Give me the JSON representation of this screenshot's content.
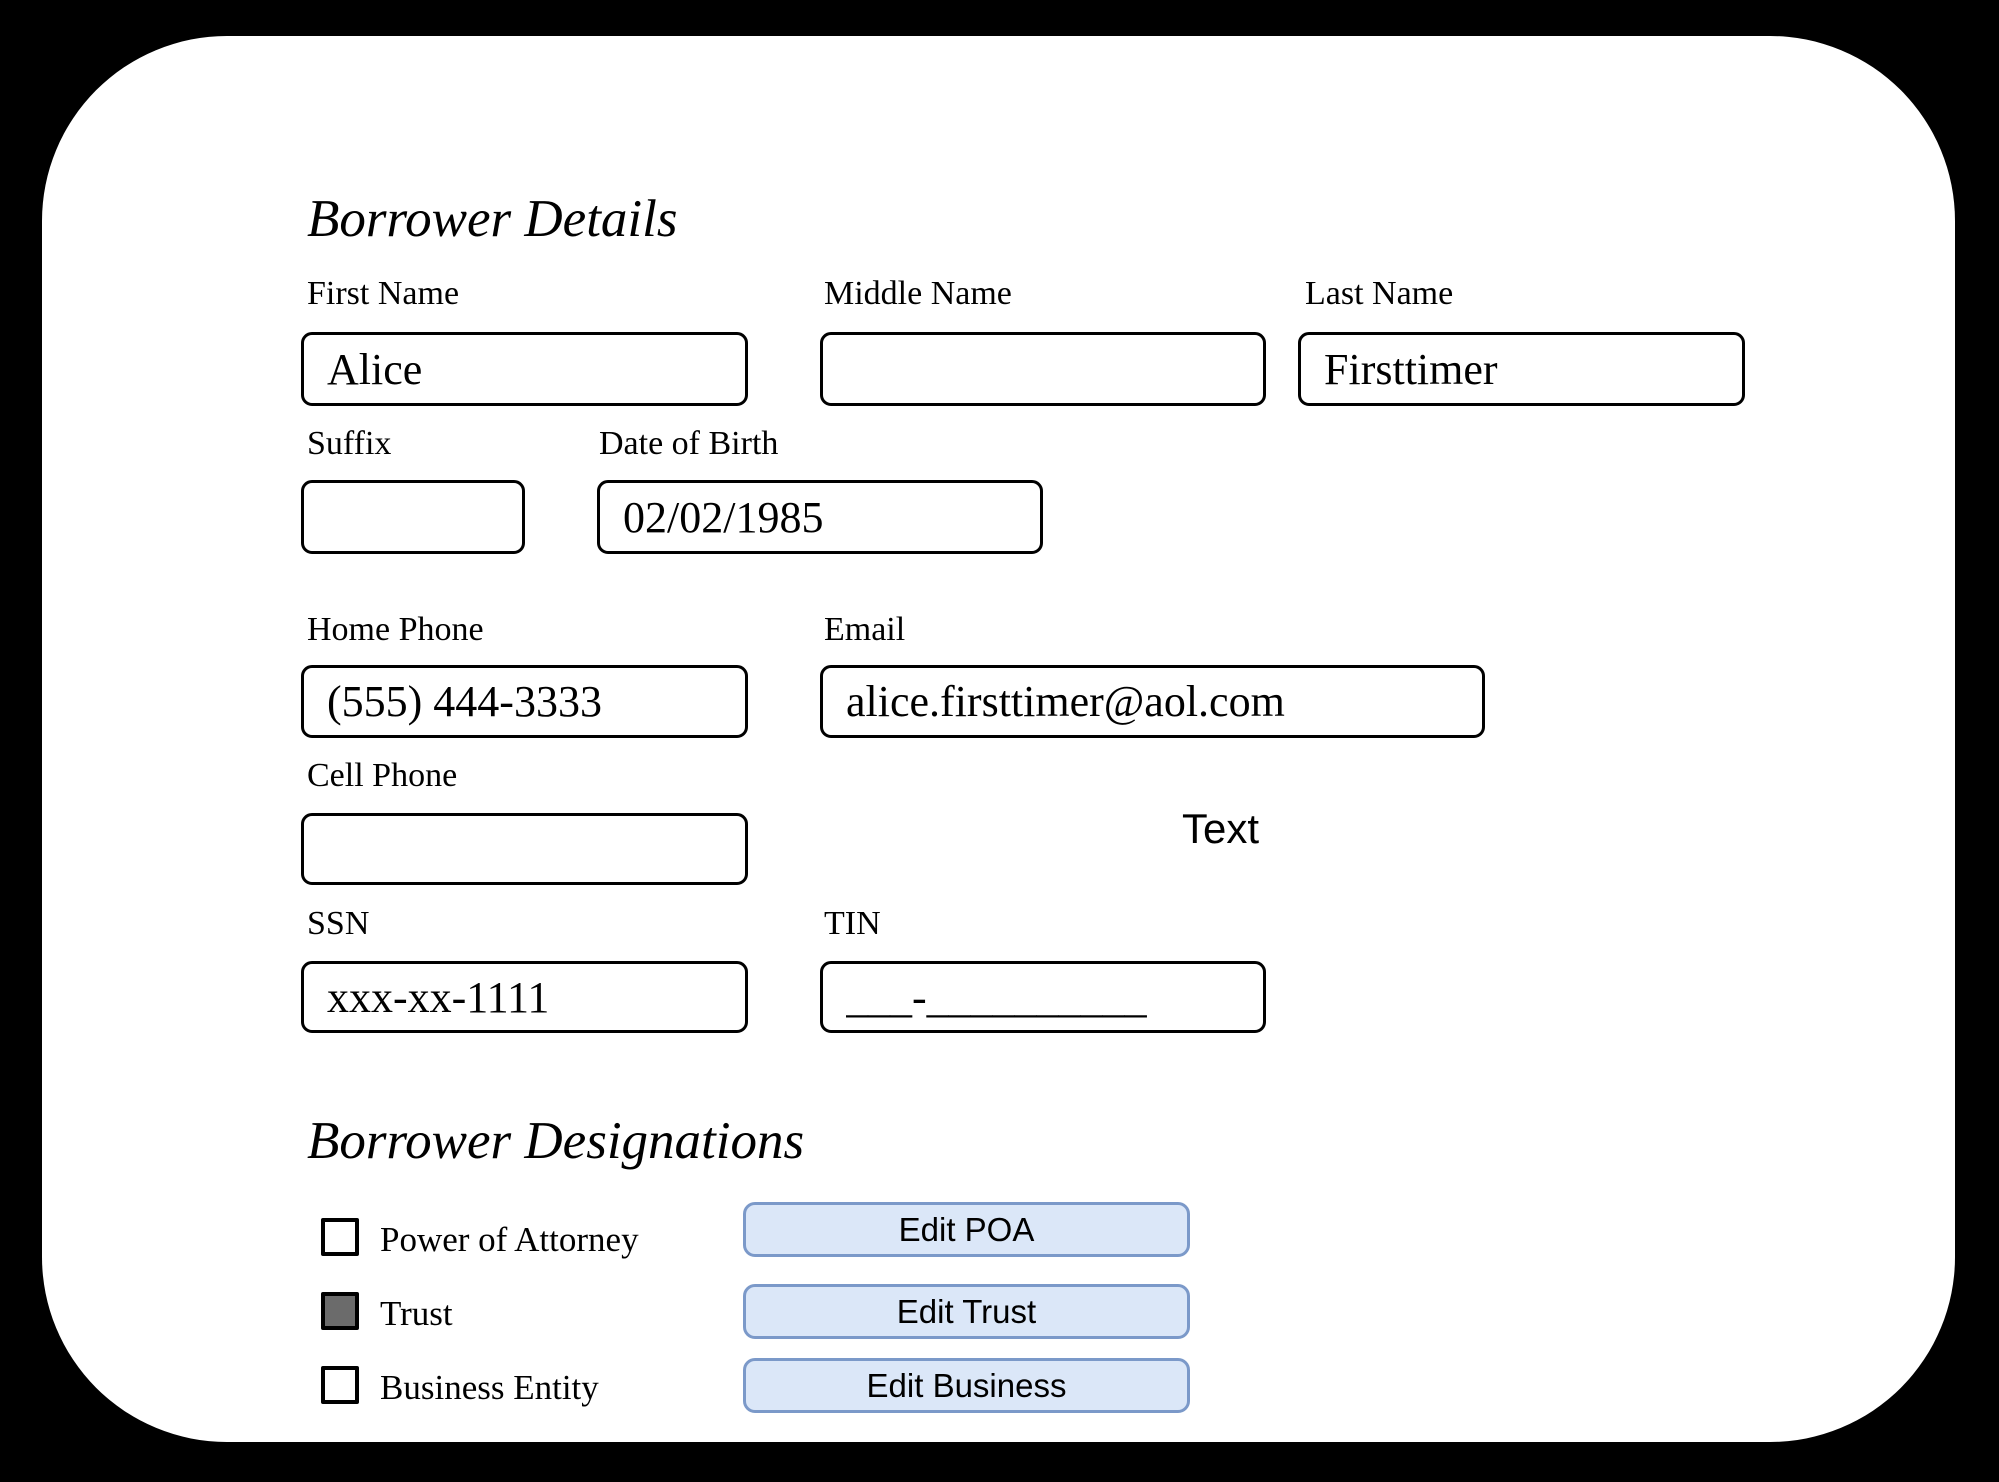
{
  "sections": {
    "details_title": "Borrower Details",
    "designations_title": "Borrower Designations"
  },
  "fields": {
    "first_name": {
      "label": "First Name",
      "value": "Alice"
    },
    "middle_name": {
      "label": "Middle Name",
      "value": ""
    },
    "last_name": {
      "label": "Last Name",
      "value": "Firsttimer"
    },
    "suffix": {
      "label": "Suffix",
      "value": ""
    },
    "dob": {
      "label": "Date of Birth",
      "value": "02/02/1985"
    },
    "home_phone": {
      "label": "Home Phone",
      "value": "(555) 444-3333"
    },
    "email": {
      "label": "Email",
      "value": "alice.firsttimer@aol.com"
    },
    "cell_phone": {
      "label": "Cell Phone",
      "value": ""
    },
    "text_annotation": "Text",
    "ssn": {
      "label": "SSN",
      "value": "xxx-xx-1111"
    },
    "tin": {
      "label": "TIN",
      "value": "___-__________"
    }
  },
  "designations": {
    "checkboxes": [
      {
        "label": "Power of Attorney",
        "checked": false
      },
      {
        "label": "Trust",
        "checked": true
      },
      {
        "label": "Business Entity",
        "checked": false
      }
    ],
    "buttons": [
      {
        "label": "Edit POA"
      },
      {
        "label": "Edit Trust"
      },
      {
        "label": "Edit Business"
      }
    ]
  },
  "colors": {
    "button_bg": "#dbe7f8",
    "button_border": "#7b99c9",
    "checkbox_checked_fill": "#6b6b6b",
    "page_bg": "#000000",
    "card_bg": "#ffffff"
  }
}
